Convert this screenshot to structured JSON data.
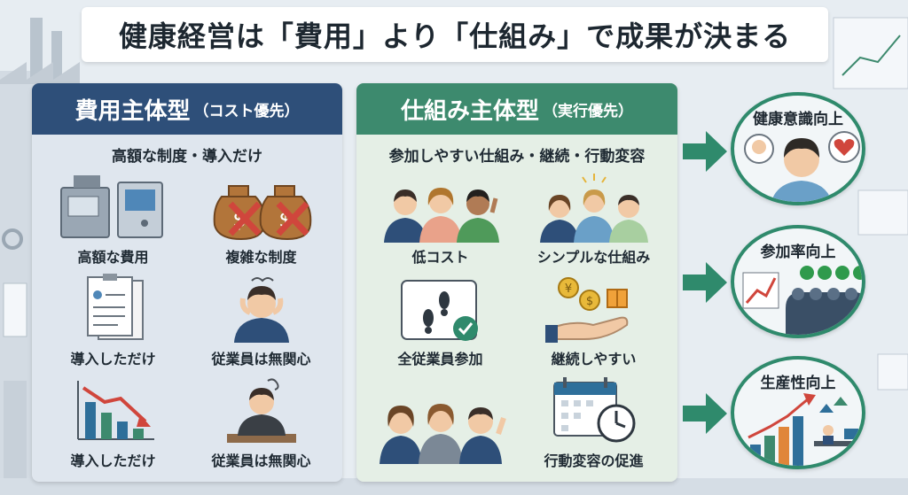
{
  "title": "健康経営は「費用」より「仕組み」で成果が決まる",
  "left_panel": {
    "title": "費用主体型",
    "subtitle": "（コスト優先）",
    "caption": "高額な制度・導入だけ",
    "items": [
      {
        "label": "高額な費用",
        "icon": "machine-icon"
      },
      {
        "label": "複雑な制度",
        "icon": "money-bags-crossed-icon"
      },
      {
        "label": "導入しただけ",
        "icon": "document-icon"
      },
      {
        "label": "従業員は無関心",
        "icon": "stressed-worker-icon"
      },
      {
        "label": "導入しただけ",
        "icon": "declining-chart-icon"
      },
      {
        "label": "従業員は無関心",
        "icon": "bored-worker-icon"
      }
    ]
  },
  "mid_panel": {
    "title": "仕組み主体型",
    "subtitle": "（実行優先）",
    "caption": "参加しやすい仕組み・継続・行動変容",
    "items": [
      {
        "label": "低コスト",
        "icon": "happy-team-icon"
      },
      {
        "label": "シンプルな仕組み",
        "icon": "group-icon"
      },
      {
        "label": "全従業員参加",
        "icon": "footsteps-check-icon"
      },
      {
        "label": "継続しやすい",
        "icon": "hand-coins-icon"
      },
      {
        "label": "",
        "icon": "cheering-team-icon"
      },
      {
        "label": "行動変容の促進",
        "icon": "calendar-clock-icon"
      }
    ]
  },
  "outcomes": [
    {
      "label": "健康意識向上",
      "icon": "health-awareness-icon"
    },
    {
      "label": "参加率向上",
      "icon": "participation-icon"
    },
    {
      "label": "生産性向上",
      "icon": "productivity-icon"
    }
  ],
  "colors": {
    "left_header": "#2e4f79",
    "mid_header": "#3d8a6e",
    "accent_green": "#2f8a6c",
    "cross_red": "#d0463c"
  }
}
